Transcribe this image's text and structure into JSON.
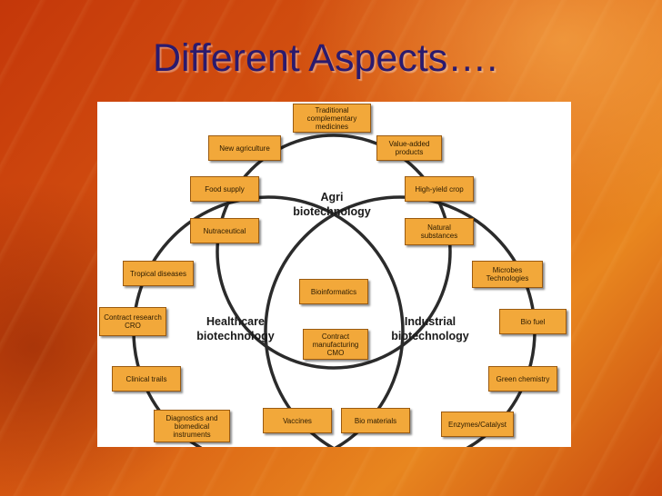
{
  "title": "Different Aspects….",
  "diagram": {
    "center_labels": {
      "agri": [
        "Agri",
        "biotechnology"
      ],
      "healthcare": [
        "Healthcare",
        "biotechnology"
      ],
      "industrial": [
        "Industrial",
        "biotechnology"
      ]
    },
    "boxes": {
      "traditional_medicines": "Traditional complementary medicines",
      "new_agriculture": "New agriculture",
      "value_added_products": "Value-added products",
      "food_supply": "Food supply",
      "high_yield_crop": "High-yield crop",
      "nutraceutical": "Nutraceutical",
      "natural_substances": "Natural substances",
      "tropical_diseases": "Tropical diseases",
      "microbes_technologies": "Microbes Technologies",
      "bioinformatics": "Bioinformatics",
      "contract_research": "Contract research CRO",
      "bio_fuel": "Bio fuel",
      "contract_manufacturing": "Contract manufacturing CMO",
      "clinical_trails": "Clinical trails",
      "green_chemistry": "Green chemistry",
      "diagnostics": "Diagnostics and biomedical instruments",
      "vaccines": "Vaccines",
      "bio_materials": "Bio materials",
      "enzymes_catalyst": "Enzymes/Catalyst"
    },
    "colors": {
      "box_fill": "#f2a83a",
      "circle_stroke": "#2b2b2b",
      "title": "#2a1a6e"
    }
  }
}
